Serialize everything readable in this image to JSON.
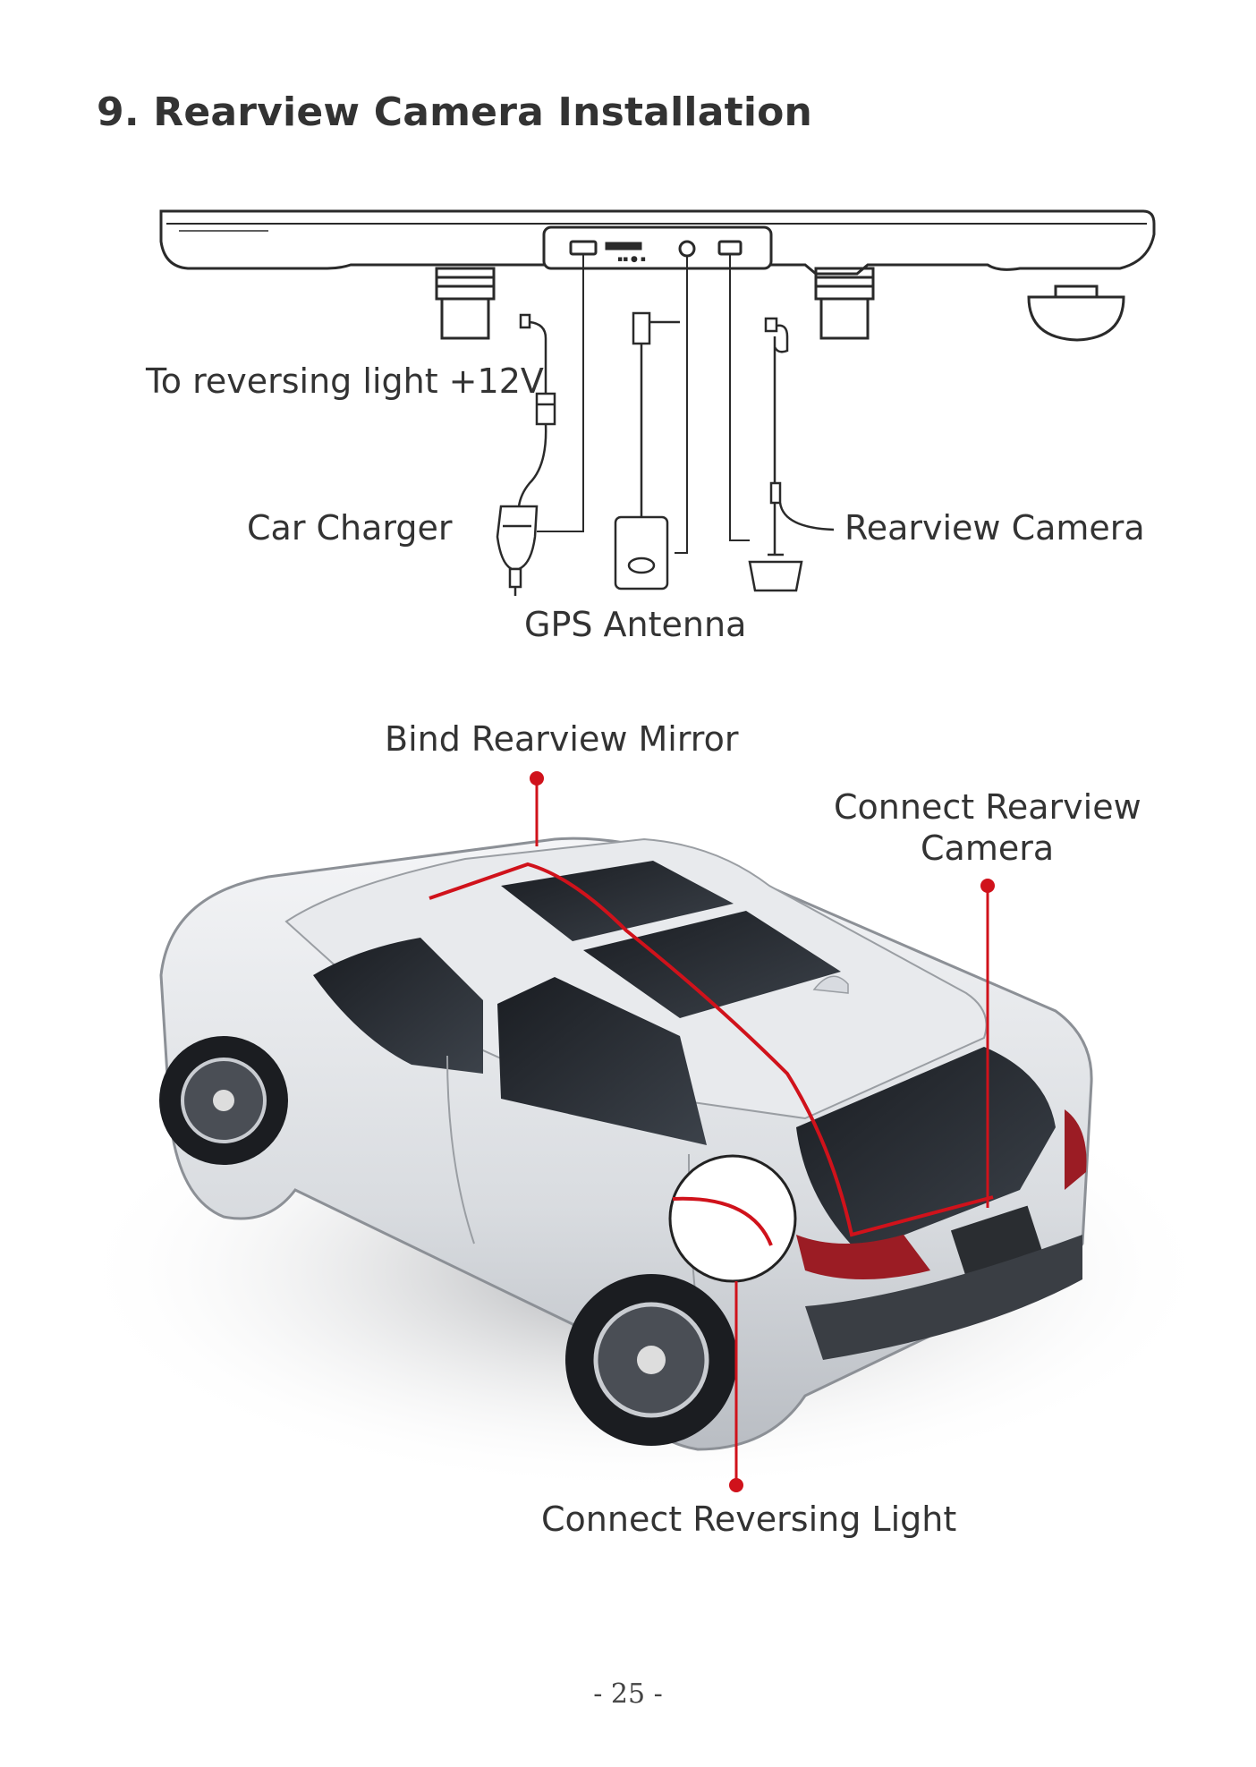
{
  "page": {
    "title": "9. Rearview Camera Installation",
    "page_number": "- 25 -"
  },
  "wiring_diagram": {
    "labels": {
      "reversing_light": "To reversing light +12V",
      "car_charger": "Car Charger",
      "rearview_camera": "Rearview Camera",
      "gps_antenna": "GPS Antenna"
    }
  },
  "car_diagram": {
    "labels": {
      "bind_mirror": "Bind Rearview Mirror",
      "connect_camera_line1": "Connect Rearview",
      "connect_camera_line2": "Camera",
      "connect_reversing_light": "Connect Reversing Light"
    },
    "accent_color": "#d0121b"
  }
}
